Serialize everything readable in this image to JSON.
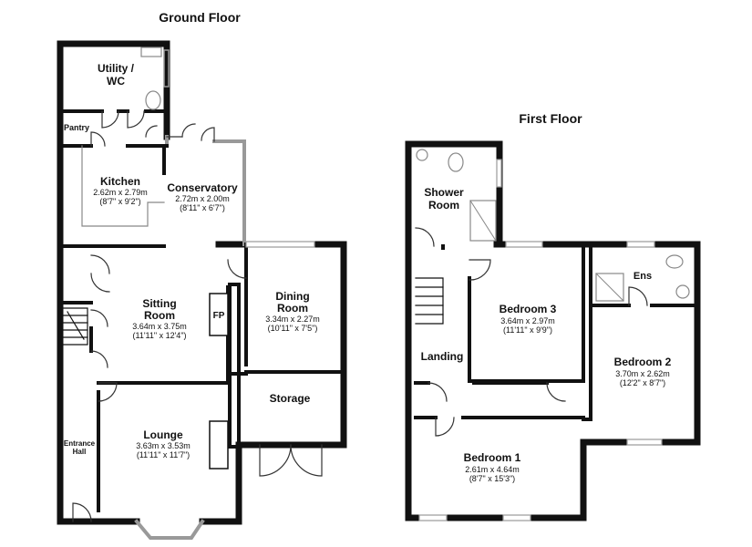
{
  "floors": {
    "ground": {
      "title": "Ground Floor"
    },
    "first": {
      "title": "First Floor"
    }
  },
  "rooms": {
    "utility": {
      "line1": "Utility /",
      "line2": "WC"
    },
    "pantry": {
      "name": "Pantry"
    },
    "kitchen": {
      "name": "Kitchen",
      "dims": "2.62m x 2.79m",
      "imperial": "(8'7\" x 9'2\")"
    },
    "conservatory": {
      "name": "Conservatory",
      "dims": "2.72m x 2.00m",
      "imperial": "(8'11\" x 6'7\")"
    },
    "sitting": {
      "line1": "Sitting",
      "line2": "Room",
      "dims": "3.64m x 3.75m",
      "imperial": "(11'11\" x 12'4\")"
    },
    "fireplace": {
      "label": "FP"
    },
    "dining": {
      "line1": "Dining",
      "line2": "Room",
      "dims": "3.34m x 2.27m",
      "imperial": "(10'11\" x 7'5\")"
    },
    "storage": {
      "name": "Storage"
    },
    "entrance": {
      "line1": "Entrance",
      "line2": "Hall"
    },
    "lounge": {
      "name": "Lounge",
      "dims": "3.63m x 3.53m",
      "imperial": "(11'11\" x 11'7\")"
    },
    "shower": {
      "line1": "Shower",
      "line2": "Room"
    },
    "ensuite": {
      "name": "Ens"
    },
    "bedroom3": {
      "name": "Bedroom 3",
      "dims": "3.64m x 2.97m",
      "imperial": "(11'11\" x 9'9\")"
    },
    "bedroom2": {
      "name": "Bedroom 2",
      "dims": "3.70m x 2.62m",
      "imperial": "(12'2\" x 8'7\")"
    },
    "landing": {
      "name": "Landing"
    },
    "bedroom1": {
      "name": "Bedroom 1",
      "dims": "2.61m x 4.64m",
      "imperial": "(8'7\" x 15'3\")"
    }
  },
  "colors": {
    "wall": "#111111",
    "floor": "#ffffff",
    "fixture": "#888888",
    "window": "#999999"
  }
}
